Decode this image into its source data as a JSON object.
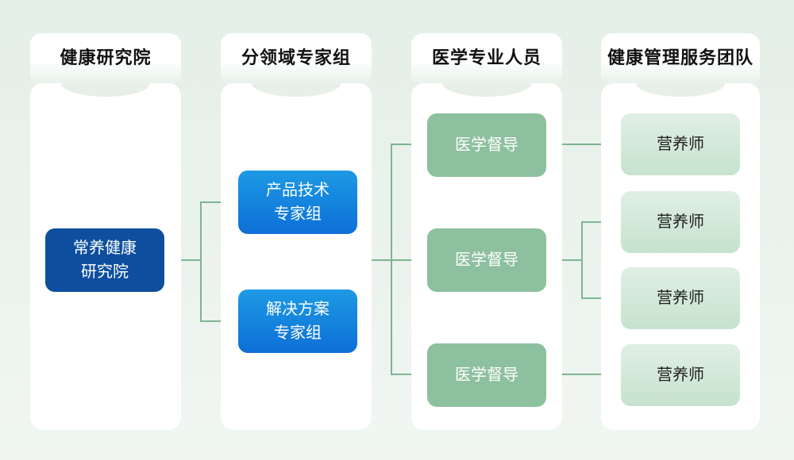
{
  "columns": [
    {
      "header": "健康研究院",
      "nodes": [
        {
          "line1": "常养健康",
          "line2": "研究院"
        }
      ]
    },
    {
      "header": "分领域专家组",
      "nodes": [
        {
          "line1": "产品技术",
          "line2": "专家组"
        },
        {
          "line1": "解决方案",
          "line2": "专家组"
        }
      ]
    },
    {
      "header": "医学专业人员",
      "nodes": [
        {
          "label": "医学督导"
        },
        {
          "label": "医学督导"
        },
        {
          "label": "医学督导"
        }
      ]
    },
    {
      "header": "健康管理服务团队",
      "nodes": [
        {
          "label": "营养师"
        },
        {
          "label": "营养师"
        },
        {
          "label": "营养师"
        },
        {
          "label": "营养师"
        }
      ]
    }
  ],
  "colors": {
    "background_top": "#e4efe7",
    "background_bottom": "#f1f6f2",
    "panel": "#ffffff",
    "connector_line": "#7db591",
    "node_dark_blue": "#0d4f9e",
    "node_blue_gradient_top": "#1d9ae4",
    "node_blue_gradient_bottom": "#0d6fd7",
    "node_green": "#8dc09e",
    "node_light_green_top": "#e0efe4",
    "node_light_green_bottom": "#c6e2ce",
    "header_text": "#111111",
    "node_text_light": "#ffffff",
    "node_text_dark": "#212121"
  }
}
